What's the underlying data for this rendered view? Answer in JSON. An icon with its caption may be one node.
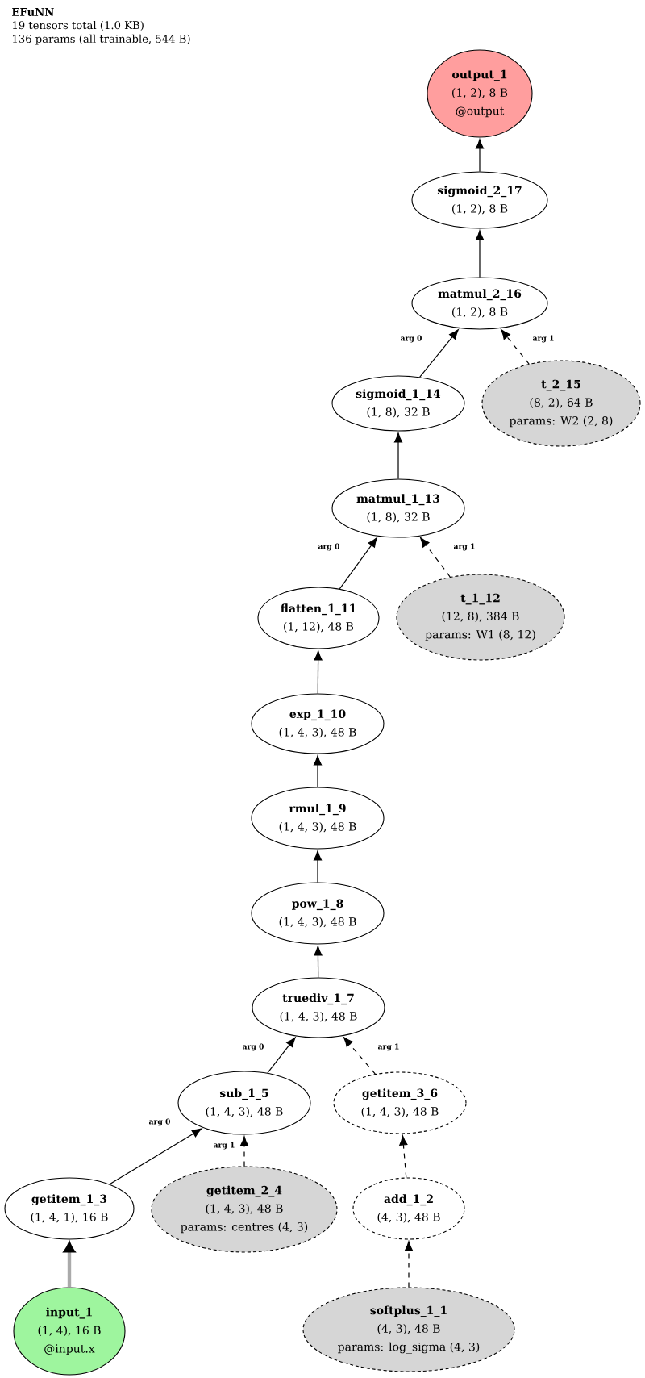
{
  "diagram": {
    "title": "EFuNN",
    "labels": [
      "19 tensors total (1.0 KB)",
      "136 params (all trainable, 544 B)"
    ],
    "nodes": [
      {
        "text": [
          "output_1",
          "(1, 2), 8 B",
          "@output"
        ]
      },
      {
        "text": [
          "sigmoid_2_17",
          "(1, 2), 8 B"
        ]
      },
      {
        "text": [
          "matmul_2_16",
          "(1, 2), 8 B"
        ]
      },
      {
        "text": [
          "sigmoid_1_14",
          "(1, 8), 32 B"
        ]
      },
      {
        "text": [
          "t_2_15",
          "(8, 2), 64 B",
          "params: W2 (2, 8)"
        ]
      },
      {
        "text": [
          "matmul_1_13",
          "(1, 8), 32 B"
        ]
      },
      {
        "text": [
          "flatten_1_11",
          "(1, 12), 48 B"
        ]
      },
      {
        "text": [
          "t_1_12",
          "(12, 8), 384 B",
          "params: W1 (8, 12)"
        ]
      },
      {
        "text": [
          "exp_1_10",
          "(1, 4, 3), 48 B"
        ]
      },
      {
        "text": [
          "rmul_1_9",
          "(1, 4, 3), 48 B"
        ]
      },
      {
        "text": [
          "pow_1_8",
          "(1, 4, 3), 48 B"
        ]
      },
      {
        "text": [
          "truediv_1_7",
          "(1, 4, 3), 48 B"
        ]
      },
      {
        "text": [
          "sub_1_5",
          "(1, 4, 3), 48 B"
        ]
      },
      {
        "text": [
          "getitem_3_6",
          "(1, 4, 3), 48 B"
        ]
      },
      {
        "text": [
          "getitem_1_3",
          "(1, 4, 1), 16 B"
        ]
      },
      {
        "text": [
          "getitem_2_4",
          "(1, 4, 3), 48 B",
          "params: centres (4, 3)"
        ]
      },
      {
        "text": [
          "add_1_2",
          "(4, 3), 48 B"
        ]
      },
      {
        "text": [
          "input_1",
          "(1, 4), 16 B",
          "@input.x"
        ]
      },
      {
        "text": [
          "softplus_1_1",
          "(4, 3), 48 B",
          "params: log_sigma (4, 3)"
        ]
      }
    ],
    "edges": [
      {
        "from": 1,
        "to": 0,
        "arrow": "to"
      },
      {
        "from": 2,
        "to": 1,
        "arrow": "to"
      },
      {
        "from": 3,
        "to": 2,
        "arrow": "to",
        "label": "arg 0"
      },
      {
        "from": 4,
        "to": 2,
        "arrow": "to",
        "label": "arg 1",
        "style": "dashed"
      },
      {
        "from": 5,
        "to": 3,
        "arrow": "to"
      },
      {
        "from": 6,
        "to": 5,
        "arrow": "to",
        "label": "arg 0"
      },
      {
        "from": 7,
        "to": 5,
        "arrow": "to",
        "label": "arg 1",
        "style": "dashed"
      },
      {
        "from": 8,
        "to": 6,
        "arrow": "to"
      },
      {
        "from": 9,
        "to": 8,
        "arrow": "to"
      },
      {
        "from": 10,
        "to": 9,
        "arrow": "to"
      },
      {
        "from": 11,
        "to": 10,
        "arrow": "to"
      },
      {
        "from": 12,
        "to": 11,
        "arrow": "to",
        "label": "arg 0"
      },
      {
        "from": 13,
        "to": 11,
        "arrow": "to",
        "label": "arg 1",
        "style": "dashed"
      },
      {
        "from": 14,
        "to": 12,
        "arrow": "to",
        "label": "arg 0"
      },
      {
        "from": 15,
        "to": 12,
        "arrow": "to",
        "label": "arg 1",
        "style": "dashed"
      },
      {
        "from": 16,
        "to": 13,
        "arrow": "to",
        "style": "dashed"
      },
      {
        "from": 17,
        "to": 14,
        "arrow": "to",
        "style": "thick",
        "color": "#aaaaaa"
      },
      {
        "from": 18,
        "to": 16,
        "arrow": "to",
        "style": "dashed"
      }
    ]
  }
}
